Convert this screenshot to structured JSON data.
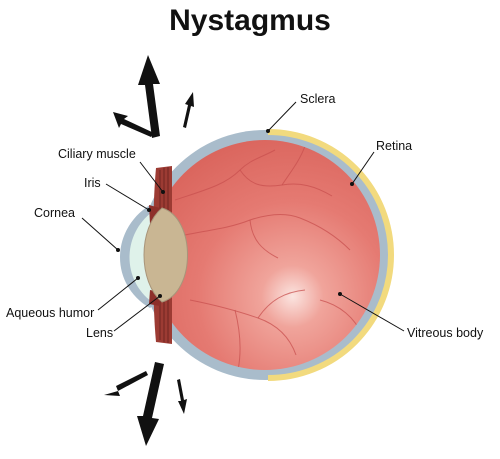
{
  "title": "Nystagmus",
  "labels": {
    "sclera": "Sclera",
    "retina": "Retina",
    "ciliary_muscle": "Ciliary muscle",
    "iris": "Iris",
    "cornea": "Cornea",
    "aqueous_humor": "Aqueous humor",
    "lens": "Lens",
    "vitreous_body": "Vitreous body"
  },
  "colors": {
    "sclera": "#a9bccb",
    "retina": "#f2da7e",
    "vitreous": "#e57a72",
    "cornea_fluid": "#dff2ea",
    "lens": "#c9b693",
    "ciliary_muscle": "#9c3b33",
    "arrows": "#111111"
  }
}
